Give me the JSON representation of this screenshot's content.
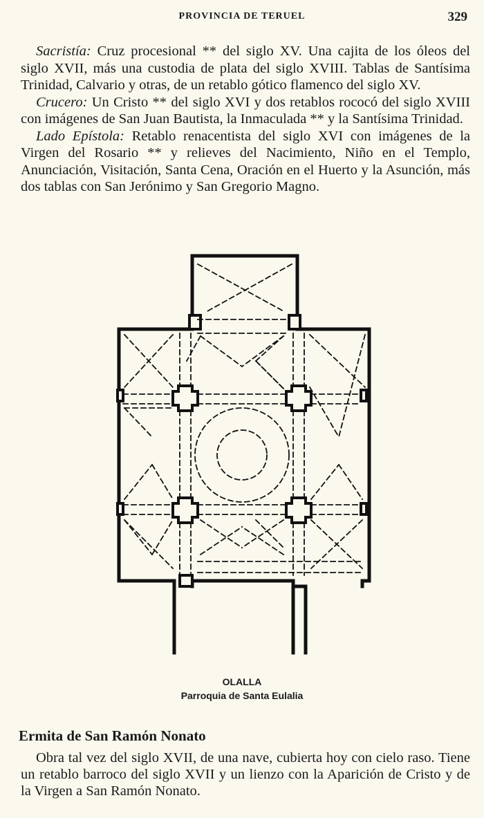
{
  "header": {
    "running_head": "PROVINCIA DE TERUEL",
    "page_number": "329"
  },
  "paragraphs": [
    {
      "label": "Sacristía:",
      "text": " Cruz procesional ** del siglo XV. Una cajita de los óleos del siglo XVII, más una custodia de plata del siglo XVIII. Tablas de Santísima Trinidad, Calvario y otras, de un retablo gótico flamenco del siglo XV."
    },
    {
      "label": "Crucero:",
      "text": " Un Cristo ** del siglo XVI y dos retablos rococó del siglo XVIII con imágenes de San Juan Bautista, la Inmaculada ** y la Santísima Trinidad."
    },
    {
      "label": "Lado Epístola:",
      "text": " Retablo renacentista del siglo XVI con imágenes de la Virgen del Rosario ** y relieves del Nacimiento, Niño en el Templo, Anunciación, Visitación, Santa Cena, Oración en el Huerto y la Asunción, más dos tablas con San Jerónimo y San Gregorio Magno."
    }
  ],
  "figure": {
    "caption_title": "OLALLA",
    "caption_subtitle": "Parroquia de Santa Eulalia"
  },
  "section": {
    "title": "Ermita de San Ramón Nonato",
    "text": "Obra tal vez del siglo XVII, de una nave, cubierta hoy con cielo raso. Tiene un retablo barroco del siglo XVII y un lienzo con la Aparición de Cristo y de la Virgen a San Ramón Nonato."
  }
}
